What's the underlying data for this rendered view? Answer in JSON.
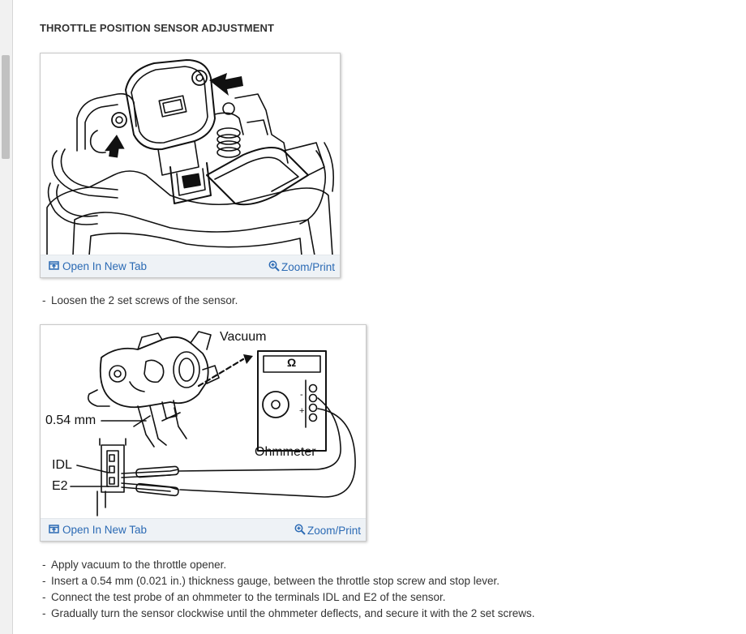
{
  "page": {
    "title": "THROTTLE POSITION SENSOR ADJUSTMENT"
  },
  "figures": [
    {
      "open_label": "Open In New Tab",
      "zoom_label": "Zoom/Print",
      "open_icon": "open-new-tab-icon",
      "zoom_icon": "zoom-in-icon"
    },
    {
      "open_label": "Open In New Tab",
      "zoom_label": "Zoom/Print",
      "open_icon": "open-new-tab-icon",
      "zoom_icon": "zoom-in-icon",
      "labels": {
        "vacuum": "Vacuum",
        "gauge": "0.54 mm",
        "ohm_symbol": "Ω",
        "ohmmeter": "Ohmmeter",
        "idl": "IDL",
        "e2": "E2",
        "minus": "-",
        "plus": "+"
      }
    }
  ],
  "steps_1": [
    "Loosen the 2 set screws of the sensor."
  ],
  "steps_2": [
    "Apply vacuum to the throttle opener.",
    "Insert a 0.54 mm (0.021 in.) thickness gauge, between the throttle stop screw and stop lever.",
    "Connect the test probe of an ohmmeter to the terminals IDL and E2 of the sensor.",
    "Gradually turn the sensor clockwise until the ohmmeter deflects, and secure it with the 2 set screws."
  ],
  "list_marker": "-",
  "colors": {
    "link": "#2b6ab4",
    "link_bar": "#eef2f6",
    "text": "#333333"
  }
}
